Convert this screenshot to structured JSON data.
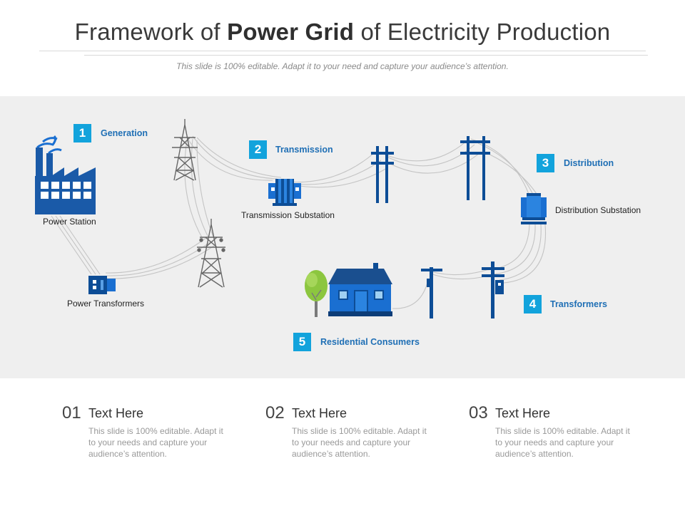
{
  "header": {
    "title_pre": "Framework of ",
    "title_bold": "Power Grid",
    "title_post": " of Electricity Production",
    "subtitle": "This slide is 100% editable. Adapt it to your need and capture your audience’s attention."
  },
  "steps": [
    {
      "num": "1",
      "label": "Generation"
    },
    {
      "num": "2",
      "label": "Transmission"
    },
    {
      "num": "3",
      "label": "Distribution"
    },
    {
      "num": "4",
      "label": "Transformers"
    },
    {
      "num": "5",
      "label": "Residential Consumers"
    }
  ],
  "nodes": {
    "power_station": "Power Station",
    "power_transformers": "Power Transformers",
    "transmission_substation": "Transmission Substation",
    "distribution_substation": "Distribution Substation"
  },
  "columns": [
    {
      "num": "01",
      "heading": "Text Here",
      "body": "This slide is 100% editable. Adapt it to your needs and capture your audience’s attention."
    },
    {
      "num": "02",
      "heading": "Text Here",
      "body": "This slide is 100% editable. Adapt it to your needs and capture your audience’s attention."
    },
    {
      "num": "03",
      "heading": "Text Here",
      "body": "This slide is 100% editable. Adapt it to your needs and capture your audience’s attention."
    }
  ],
  "colors": {
    "badge": "#12a3dc",
    "step_label": "#1f6fb5",
    "icon_dark": "#0d4d96",
    "icon_mid": "#1a6fd1",
    "band": "#efefef",
    "tree": "#8cc63f"
  },
  "icons": [
    "factory-icon",
    "transformer-icon",
    "pylon-icon",
    "substation-icon",
    "pole-icon",
    "house-icon",
    "tree-icon"
  ]
}
